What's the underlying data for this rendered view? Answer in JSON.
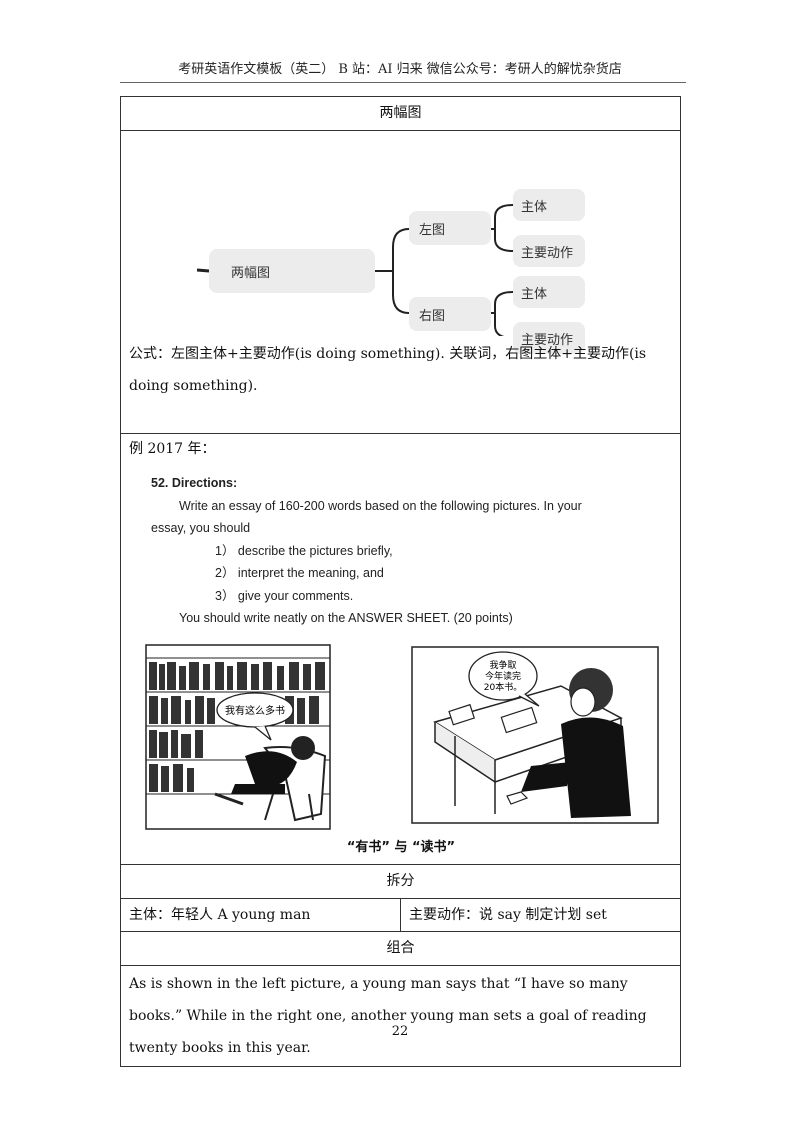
{
  "header": {
    "text": "考研英语作文模板（英二） B 站：AI 归来 微信公众号：考研人的解忧杂货店"
  },
  "section1": {
    "title": "两幅图",
    "mindmap": {
      "root": "两幅图",
      "left_branch": "左图",
      "right_branch": "右图",
      "left_children": [
        "主体",
        "主要动作"
      ],
      "right_children": [
        "主体",
        "主要动作"
      ]
    },
    "formula": "公式：左图主体+主要动作(is doing something). 关联词，右图主体+主要动作(is doing something)."
  },
  "example": {
    "label": "例 2017 年：",
    "directions": {
      "title": "52. Directions:",
      "line1": "Write an essay of 160-200 words based on the following pictures. In your",
      "line2": "essay, you should",
      "items": [
        "1） describe the pictures briefly,",
        "2） interpret the meaning, and",
        "3） give your comments."
      ],
      "note": "You should write neatly on the ANSWER SHEET. (20 points)"
    },
    "bubble_left": "我有这么多书",
    "bubble_right": [
      "我争取",
      "今年读完",
      "20本书。"
    ],
    "caption": "“有书” 与 “读书”"
  },
  "split": {
    "title": "拆分",
    "subject": "主体：年轻人 A young man",
    "action": "主要动作：说 say 制定计划 set"
  },
  "combine": {
    "title": "组合",
    "text": "As is shown in the left picture, a young man says that “I have so many books.” While in the right one, another young man sets a goal of reading twenty books in this year."
  },
  "footer": {
    "page_number": "22"
  }
}
